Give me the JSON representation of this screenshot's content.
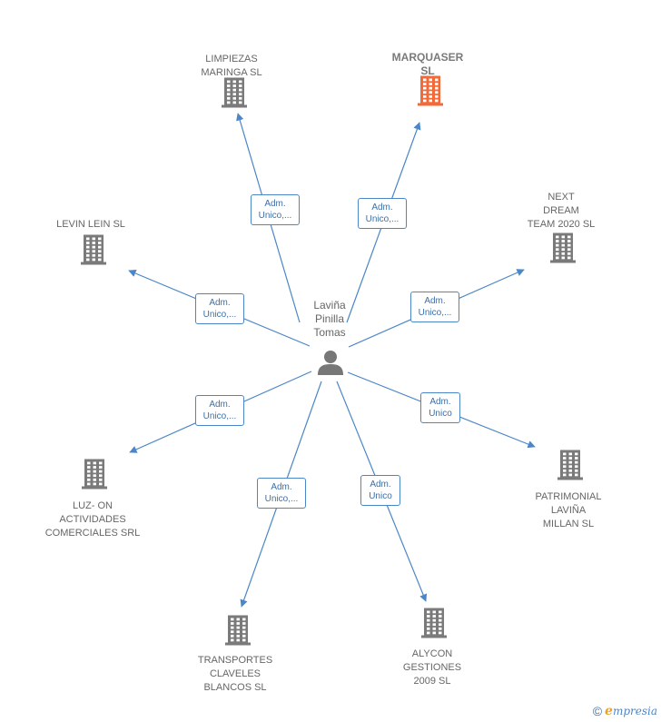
{
  "center": {
    "label_lines": [
      "Laviña",
      "Pinilla",
      "Tomas"
    ],
    "icon": "person-icon",
    "color": "#777777"
  },
  "colors": {
    "edge": "#4a86c8",
    "node": "#7a7a7a",
    "highlight": "#f26a3a",
    "text": "#666666"
  },
  "nodes": [
    {
      "id": "limpiezas",
      "label_lines": [
        "LIMPIEZAS",
        "MARINGA SL"
      ],
      "highlight": false,
      "role_lines": [
        "Adm.",
        "Unico,..."
      ]
    },
    {
      "id": "marquaser",
      "label_lines": [
        "MARQUASER",
        "SL"
      ],
      "highlight": true,
      "role_lines": [
        "Adm.",
        "Unico,..."
      ]
    },
    {
      "id": "next-dream",
      "label_lines": [
        "NEXT",
        "DREAM",
        "TEAM 2020  SL"
      ],
      "highlight": false,
      "role_lines": [
        "Adm.",
        "Unico,..."
      ]
    },
    {
      "id": "levin-lein",
      "label_lines": [
        "LEVIN LEIN  SL"
      ],
      "highlight": false,
      "role_lines": [
        "Adm.",
        "Unico,..."
      ]
    },
    {
      "id": "patrimonial",
      "label_lines": [
        "PATRIMONIAL",
        "LAVIÑA",
        "MILLAN  SL"
      ],
      "highlight": false,
      "role_lines": [
        "Adm.",
        "Unico"
      ]
    },
    {
      "id": "luz-on",
      "label_lines": [
        "LUZ- ON",
        "ACTIVIDADES",
        "COMERCIALES SRL"
      ],
      "highlight": false,
      "role_lines": [
        "Adm.",
        "Unico,..."
      ]
    },
    {
      "id": "transportes",
      "label_lines": [
        "TRANSPORTES",
        "CLAVELES",
        "BLANCOS  SL"
      ],
      "highlight": false,
      "role_lines": [
        "Adm.",
        "Unico,..."
      ]
    },
    {
      "id": "alycon",
      "label_lines": [
        "ALYCON",
        "GESTIONES",
        "2009  SL"
      ],
      "highlight": false,
      "role_lines": [
        "Adm.",
        "Unico"
      ]
    }
  ],
  "footer": {
    "copyright": "©",
    "brand_initial": "e",
    "brand_rest": "mpresia"
  }
}
